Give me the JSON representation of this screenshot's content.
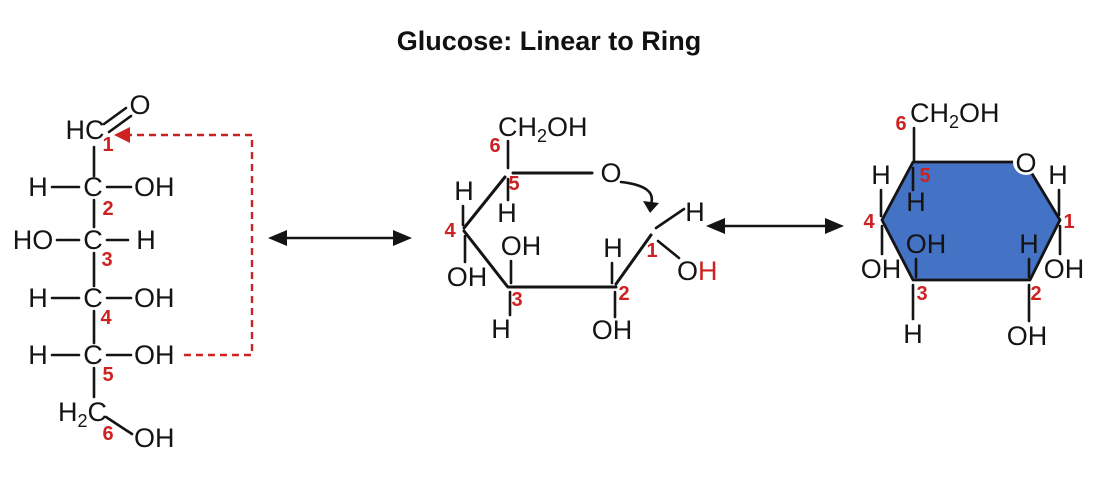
{
  "title": "Glucose: Linear to Ring",
  "colors": {
    "carbon_number_red": "#cc2222",
    "hexagon_fill_blue": "#4472c4",
    "bond_black": "#141414",
    "background": "#ffffff"
  },
  "linear_form": {
    "aldehyde": {
      "group": "HC",
      "oxygen": "O",
      "number": "1"
    },
    "carbon2": {
      "left": "H",
      "carbon": "C",
      "right": "OH",
      "number": "2"
    },
    "carbon3": {
      "left": "HO",
      "carbon": "C",
      "right": "H",
      "number": "3"
    },
    "carbon4": {
      "left": "H",
      "carbon": "C",
      "right": "OH",
      "number": "4"
    },
    "carbon5": {
      "left": "H",
      "carbon": "C",
      "right": "OH",
      "number": "5"
    },
    "carbon6": {
      "group_pre": "H",
      "group_sub": "2",
      "group_post": "C",
      "hydroxyl": "OH",
      "number": "6"
    }
  },
  "intermediate_form": {
    "ch2oh": {
      "pre": "CH",
      "sub": "2",
      "post": "OH"
    },
    "number6": "6",
    "number5": "5",
    "number4": "4",
    "number3": "3",
    "number2": "2",
    "number1": "1",
    "ring_oxygen": "O",
    "c5_hydrogen": "H",
    "c4_hydrogen": "H",
    "c4_hydroxyl": "OH",
    "c3_hydroxyl": "OH",
    "c3_hydrogen": "H",
    "c2_hydrogen": "H",
    "c2_hydroxyl": "OH",
    "c1_hydrogen": "H",
    "c1_hydroxyl_o": "O",
    "c1_hydroxyl_h": "H"
  },
  "ring_form": {
    "ch2oh": {
      "pre": "CH",
      "sub": "2",
      "post": "OH"
    },
    "number6": "6",
    "number5": "5",
    "number4": "4",
    "number3": "3",
    "number2": "2",
    "number1": "1",
    "ring_oxygen": "O",
    "c5_hydrogen": "H",
    "c4_hydrogen": "H",
    "c4_hydroxyl": "OH",
    "c3_hydroxyl": "OH",
    "c3_hydrogen": "H",
    "c2_hydrogen": "H",
    "c2_hydroxyl": "OH",
    "c1_hydrogen": "H",
    "c1_hydroxyl": "OH"
  }
}
